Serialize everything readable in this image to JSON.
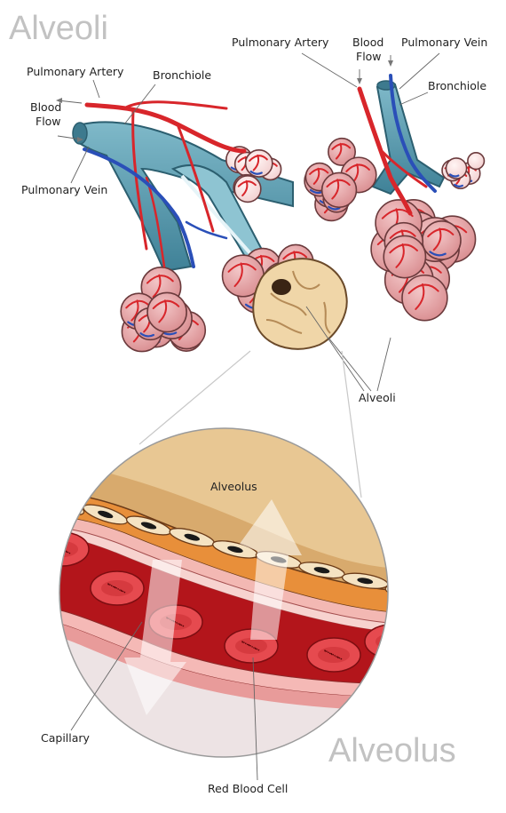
{
  "titles": {
    "top": "Alveoli",
    "bottom": "Alveolus"
  },
  "labels": {
    "left_pulmonary_artery": "Pulmonary Artery",
    "left_bronchiole": "Bronchiole",
    "left_blood_flow_1": "Blood",
    "left_blood_flow_2": "Flow",
    "left_pulmonary_vein": "Pulmonary Vein",
    "right_pulmonary_artery": "Pulmonary Artery",
    "right_blood_flow_1": "Blood",
    "right_blood_flow_2": "Flow",
    "right_pulmonary_vein": "Pulmonary Vein",
    "right_bronchiole": "Bronchiole",
    "alveoli": "Alveoli",
    "alveolus_inner": "Alveolus",
    "capillary": "Capillary",
    "red_blood_cell": "Red Blood Cell"
  },
  "colors": {
    "bronchiole": "#5e9fb3",
    "artery": "#d8262b",
    "vein": "#2a4fb8",
    "alveolus_tissue": "#e3a3a5",
    "alveolus_cut": "#f0d6a8",
    "capillary_blood": "#b3151b",
    "rbc": "#e64a4f"
  }
}
